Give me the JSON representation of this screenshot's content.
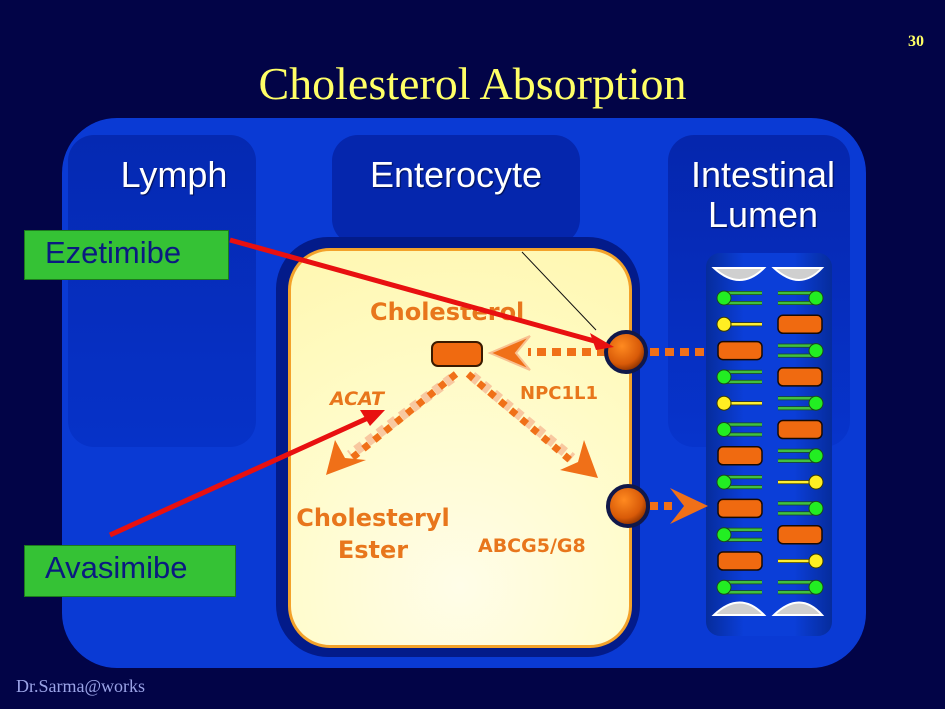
{
  "slide": {
    "number": "30",
    "title": "Cholesterol Absorption",
    "footer": "Dr.Sarma@works"
  },
  "compartments": {
    "lymph": "Lymph",
    "enterocyte": "Enterocyte",
    "lumen_line1": "Intestinal",
    "lumen_line2": "Lumen"
  },
  "drugs": {
    "ezetimibe": "Ezetimibe",
    "avasimibe": "Avasimibe"
  },
  "cell_labels": {
    "cholesterol": "Cholesterol",
    "acat": "ACAT",
    "npc1l1": "NPC1L1",
    "ester_line1": "Cholesteryl",
    "ester_line2": "Ester",
    "abcg": "ABCG5/G8"
  },
  "colors": {
    "title": "#ffff66",
    "background": "#020447",
    "panel": "#0a3ad4",
    "drug_box": "#35c235",
    "inhibitor_arrow": "#e81010",
    "pathway": "#f07018",
    "cell_fill": "#fffbc5"
  },
  "lumen_micelle": {
    "left_column": [
      "fatty-acid",
      "monoglyceride",
      "cholesterol",
      "fatty-acid",
      "monoglyceride",
      "fatty-acid",
      "cholesterol",
      "fatty-acid",
      "cholesterol",
      "fatty-acid",
      "cholesterol",
      "fatty-acid"
    ],
    "right_column": [
      "fatty-acid",
      "cholesterol",
      "fatty-acid",
      "cholesterol",
      "fatty-acid",
      "cholesterol",
      "fatty-acid",
      "monoglyceride",
      "fatty-acid",
      "cholesterol",
      "monoglyceride",
      "fatty-acid"
    ]
  }
}
